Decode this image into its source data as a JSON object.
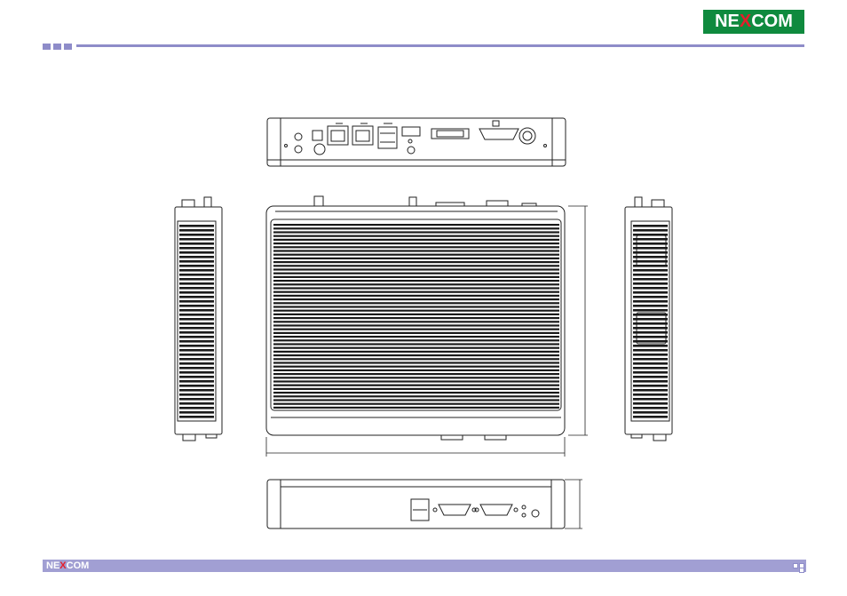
{
  "brand": {
    "logo_ne": "NE",
    "logo_x": "X",
    "logo_com": "COM",
    "footer_ne": "NE",
    "footer_x": "X",
    "footer_com": "COM",
    "green": "#0f8a3e",
    "red": "#e61e2b",
    "accent": "#8e8cc9"
  },
  "drawing": {
    "views": [
      "rear-view",
      "left-side-view",
      "top-view",
      "right-side-view",
      "front-view"
    ]
  }
}
